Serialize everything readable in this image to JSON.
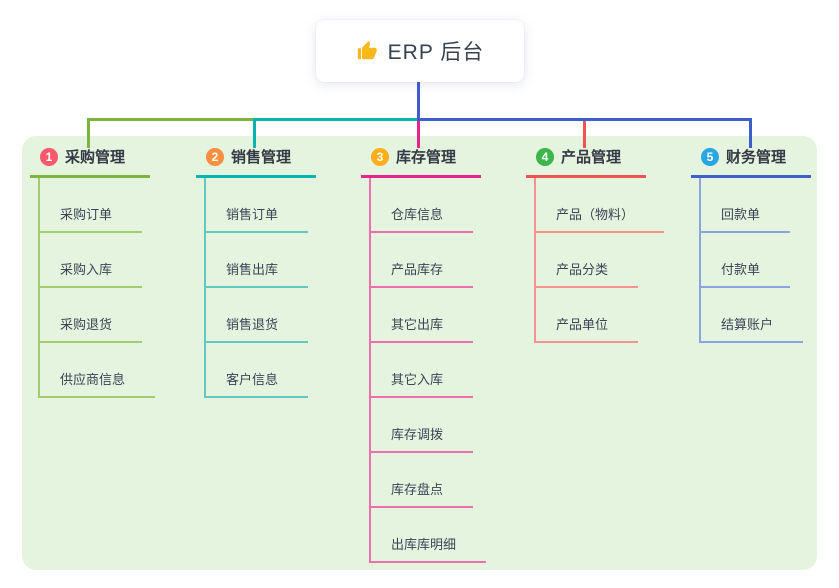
{
  "root": {
    "label": "ERP 后台",
    "icon": "thumbs-up-icon",
    "icon_color": "#f5b91e",
    "line_color": "#4459d2"
  },
  "panel": {
    "background": "#e4f4de"
  },
  "branches": [
    {
      "index": "1",
      "label": "采购管理",
      "badge_color": "#f8596b",
      "line_color": "#7cb342",
      "child_line_color": "#a0cd6e",
      "children": [
        "采购订单",
        "采购入库",
        "采购退货",
        "供应商信息"
      ]
    },
    {
      "index": "2",
      "label": "销售管理",
      "badge_color": "#fa8e41",
      "line_color": "#00b5ad",
      "child_line_color": "#62c8c0",
      "children": [
        "销售订单",
        "销售出库",
        "销售退货",
        "客户信息"
      ]
    },
    {
      "index": "3",
      "label": "库存管理",
      "badge_color": "#fcaf1b",
      "line_color": "#e5248c",
      "child_line_color": "#ef6fae",
      "children": [
        "仓库信息",
        "产品库存",
        "其它出库",
        "其它入库",
        "库存调拨",
        "库存盘点",
        "出库库明细"
      ]
    },
    {
      "index": "4",
      "label": "产品管理",
      "badge_color": "#3cb54a",
      "line_color": "#f05350",
      "child_line_color": "#f59391",
      "children": [
        "产品（物料）",
        "产品分类",
        "产品单位"
      ]
    },
    {
      "index": "5",
      "label": "财务管理",
      "badge_color": "#2aa7e1",
      "line_color": "#3e5fc9",
      "child_line_color": "#8ca3de",
      "children": [
        "回款单",
        "付款单",
        "结算账户"
      ]
    }
  ]
}
